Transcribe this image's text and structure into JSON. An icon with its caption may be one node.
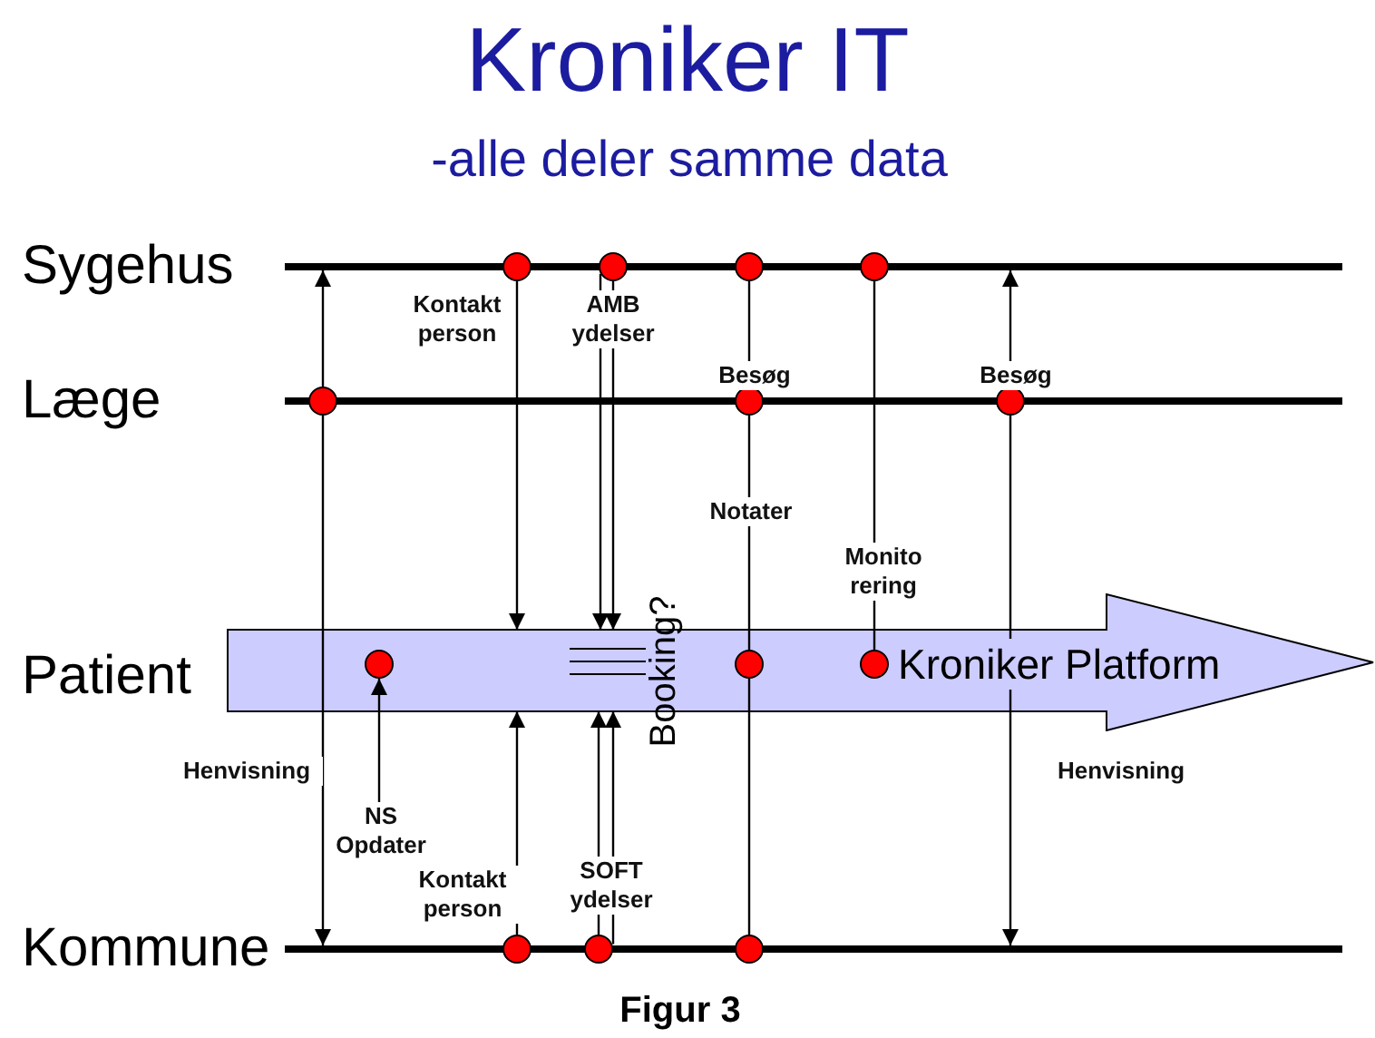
{
  "diagram": {
    "title": "Kroniker IT",
    "caption": "Figur 3",
    "nodes": [
      {
        "text": [
          "Sygehus"
        ]
      },
      {
        "text": [
          "Læge"
        ]
      },
      {
        "text": [
          "Kroniker Platform"
        ]
      },
      {
        "text": [
          "Kommune"
        ]
      },
      {
        "text": [],
        "shape": "circle"
      },
      {
        "text": [],
        "shape": "circle"
      },
      {
        "text": [],
        "shape": "circle"
      },
      {
        "text": [],
        "shape": "circle"
      },
      {
        "text": [],
        "shape": "circle"
      },
      {
        "text": [],
        "shape": "circle",
        "beside": [
          "Besøg"
        ]
      },
      {
        "text": [],
        "shape": "circle",
        "beside": [
          "Besøg"
        ]
      },
      {
        "text": [],
        "shape": "circle",
        "in": 2
      },
      {
        "text": [],
        "shape": "circle",
        "in": 2
      },
      {
        "text": [],
        "shape": "circle",
        "in": 2
      },
      {
        "text": [],
        "shape": "circle"
      },
      {
        "text": [],
        "shape": "circle"
      },
      {
        "text": [],
        "shape": "circle"
      },
      {
        "text": [
          "NS Opdater"
        ]
      }
    ],
    "edges": [
      {
        "from": 8,
        "to": 0,
        "arrow": "to"
      },
      {
        "from": 8,
        "to": 3,
        "arrow": "to",
        "label": "Henvisning"
      },
      {
        "from": 4,
        "to": 2,
        "arrow": "to",
        "label": "Kontakt person"
      },
      {
        "from": 5,
        "to": 2,
        "arrow": "to",
        "label": "AMB ydelser"
      },
      {
        "from": 5,
        "to": 2,
        "arrow": "to"
      },
      {
        "from": 6,
        "to": 9,
        "arrow": "none"
      },
      {
        "from": 9,
        "to": 12,
        "arrow": "none",
        "label": "Notater"
      },
      {
        "from": 12,
        "to": 16,
        "arrow": "none"
      },
      {
        "from": 7,
        "to": 13,
        "arrow": "none",
        "label": "Monito rering"
      },
      {
        "from": 10,
        "to": 0,
        "arrow": "to"
      },
      {
        "from": 10,
        "to": 3,
        "arrow": "to",
        "label": "Henvisning"
      },
      {
        "from": 17,
        "to": 11,
        "arrow": "to"
      },
      {
        "from": 14,
        "to": 2,
        "arrow": "to",
        "label": "Kontakt person"
      },
      {
        "from": 15,
        "to": 2,
        "arrow": "to",
        "label": "SOFT ydelser"
      },
      {
        "from": 15,
        "to": 2,
        "arrow": "to"
      }
    ],
    "labels": [
      "-alle deler samme data",
      "Patient",
      "Booking?"
    ]
  }
}
